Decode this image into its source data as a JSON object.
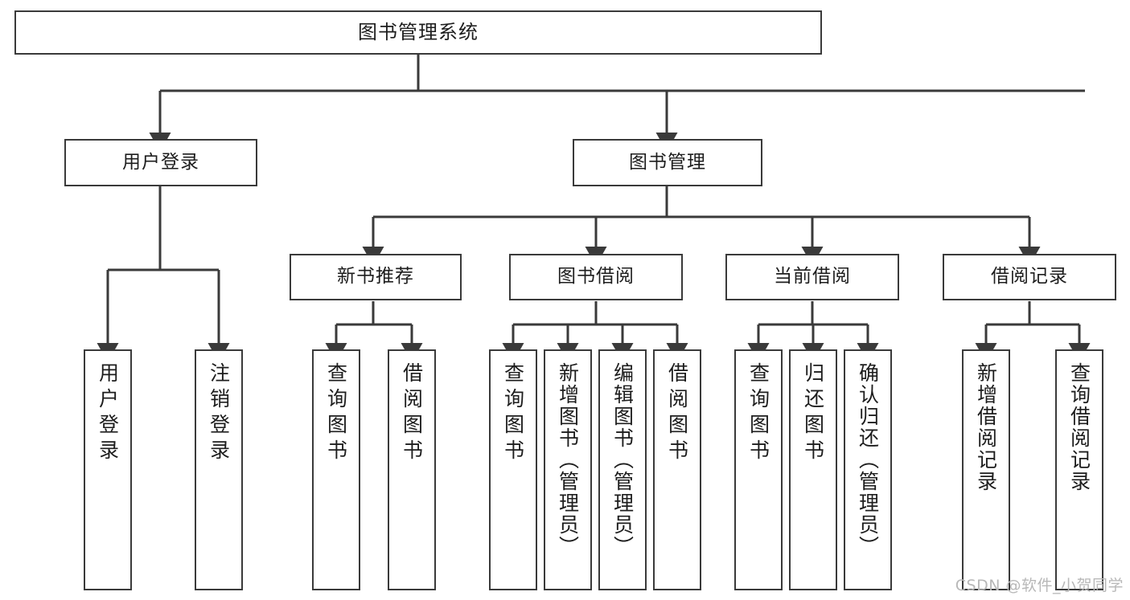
{
  "diagram": {
    "title": "图书管理系统",
    "type": "tree-hierarchy-chart",
    "watermark": "CSDN @软件_小贺同学",
    "colors": {
      "background": "#ffffff",
      "node_border": "#3a3a3a",
      "node_fill": "#ffffff",
      "text": "#1d1d1d",
      "edge": "#3a3a3a",
      "watermark": "#b8b8b8"
    }
  },
  "nodes": {
    "root": {
      "label": "图书管理系统"
    },
    "level2": [
      {
        "id": "user-login",
        "label": "用户登录"
      },
      {
        "id": "book-manage",
        "label": "图书管理"
      }
    ],
    "level3": [
      {
        "id": "new-book-recommend",
        "label": "新书推荐"
      },
      {
        "id": "book-borrow",
        "label": "图书借阅"
      },
      {
        "id": "current-borrow",
        "label": "当前借阅"
      },
      {
        "id": "borrow-record",
        "label": "借阅记录"
      }
    ],
    "leaves": {
      "user-login": [
        {
          "id": "leaf-user-login",
          "label": "用户登录"
        },
        {
          "id": "leaf-logout",
          "label": "注销登录"
        }
      ],
      "new-book-recommend": [
        {
          "id": "leaf-query-book-1",
          "label": "查询图书"
        },
        {
          "id": "leaf-borrow-book-1",
          "label": "借阅图书"
        }
      ],
      "book-borrow": [
        {
          "id": "leaf-query-book-2",
          "label": "查询图书"
        },
        {
          "id": "leaf-add-book",
          "label": "新增图书（管理员）"
        },
        {
          "id": "leaf-edit-book",
          "label": "编辑图书（管理员）"
        },
        {
          "id": "leaf-borrow-book-2",
          "label": "借阅图书"
        }
      ],
      "current-borrow": [
        {
          "id": "leaf-query-book-3",
          "label": "查询图书"
        },
        {
          "id": "leaf-return-book",
          "label": "归还图书"
        },
        {
          "id": "leaf-confirm-return",
          "label": "确认归还（管理员）"
        }
      ],
      "borrow-record": [
        {
          "id": "leaf-add-record",
          "label": "新增借阅记录"
        },
        {
          "id": "leaf-query-record",
          "label": "查询借阅记录"
        }
      ]
    }
  }
}
